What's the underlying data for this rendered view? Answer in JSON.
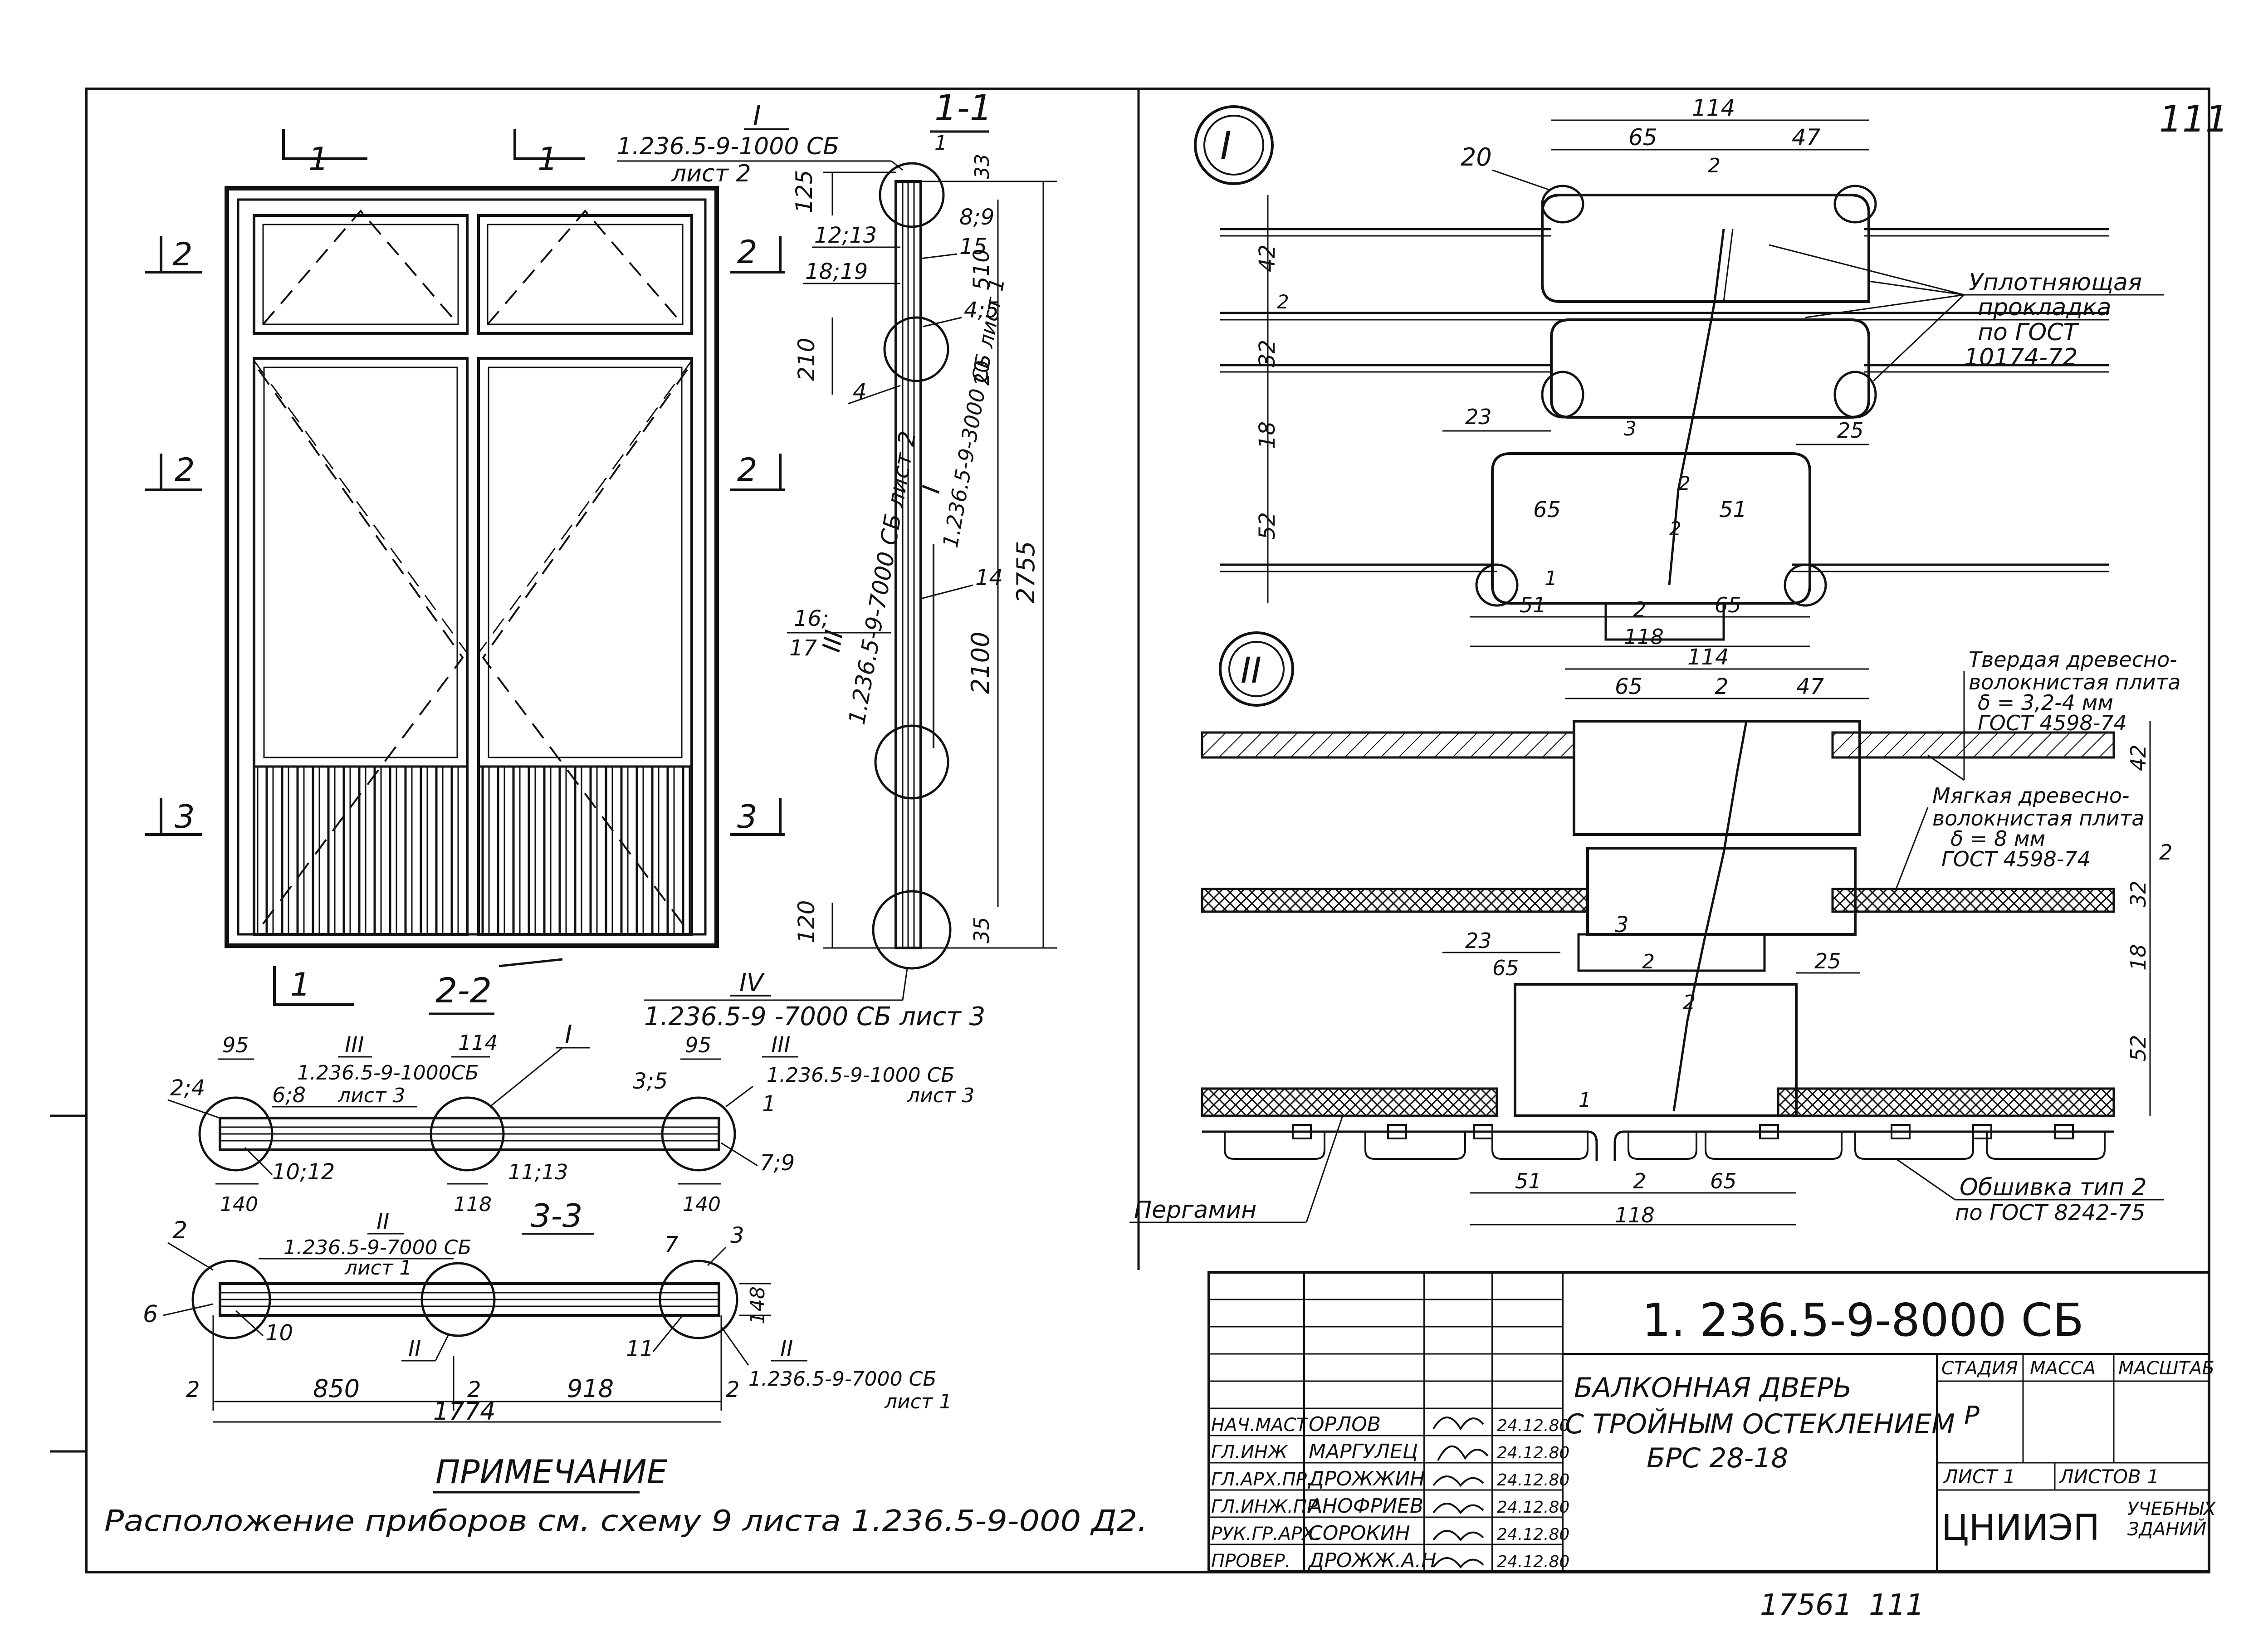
{
  "sheet_number": "111",
  "archive_number": "17561",
  "archive_sheet": "111",
  "elevation": {
    "section_marks": {
      "s1_a": "1",
      "s1_b": "1",
      "s1_bottom": "1",
      "s2_left_top": "2",
      "s2_right_top": "2",
      "s2_left_mid": "2",
      "s2_right_mid": "2",
      "s3_left": "3",
      "s3_right": "3"
    }
  },
  "section_1_1": {
    "title": "1-1",
    "callout_I_label": "I",
    "callout_I_ref": "1.236.5-9-1000 СБ",
    "callout_I_sheet": "лист 2",
    "callout_II_ref": "1.236.5-9-7000 СБ лист 2",
    "callout_I_side_ref": "1.236.5-9-3000 СБ лист 1",
    "callout_III_label": "III",
    "callout_I_side_label": "I",
    "callout_IV_label": "IV",
    "callout_IV_ref": "1.236.5-9 -7000 СБ лист 3",
    "dims": {
      "d125": "125",
      "d33": "33",
      "d510": "510",
      "d210": "210",
      "d20": "20",
      "d2755": "2755",
      "d2100": "2100",
      "d120": "120",
      "d35": "35"
    },
    "pos": {
      "p1": "1",
      "p12_13": "12;13",
      "p18_19": "18;19",
      "p8_9": "8;9",
      "p15": "15",
      "p4_5": "4;5",
      "p4": "4",
      "p14": "14",
      "p16_17_a": "16;",
      "p16_17_b": "17"
    }
  },
  "section_2_2": {
    "title": "2-2",
    "label_I": "I",
    "label_III_left": "III",
    "label_III_right": "III",
    "ref_left": "1.236.5-9-1000СБ",
    "ref_left_sheet": "лист 3",
    "ref_right": "1.236.5-9-1000 СБ",
    "ref_right_sheet": "лист 3",
    "dims": {
      "d95_l": "95",
      "d114": "114",
      "d95_r": "95",
      "d140_l": "140",
      "d118": "118",
      "d140_r": "140"
    },
    "pos": {
      "p2_4": "2;4",
      "p6_8": "6;8",
      "p10_12": "10;12",
      "p11_13": "11;13",
      "p3_5": "3;5",
      "p1": "1",
      "p7_9": "7;9"
    }
  },
  "section_3_3": {
    "title": "3-3",
    "label_II_top": "II",
    "label_II_mid": "II",
    "label_II_right": "II",
    "ref_top": "1.236.5-9-7000 СБ",
    "ref_top_sheet": "лист 1",
    "ref_right": "1.236.5-9-7000 СБ",
    "ref_right_sheet": "лист 1",
    "dims": {
      "d2_l": "2",
      "d850": "850",
      "d2_m": "2",
      "d918": "918",
      "d2_r": "2",
      "d1774": "1774",
      "d148": "148"
    },
    "pos": {
      "p2": "2",
      "p6": "6",
      "p10": "10",
      "p7": "7",
      "p3": "3",
      "p11": "11"
    }
  },
  "note": {
    "title": "ПРИМЕЧАНИЕ",
    "text": "Расположение приборов см. схему 9 листа 1.236.5-9-000 Д2."
  },
  "detail_I": {
    "label": "I",
    "dims": {
      "d114": "114",
      "d65": "65",
      "d47": "47",
      "d2_top": "2",
      "d20": "20",
      "d42": "42",
      "d2_side": "2",
      "d32": "32",
      "d18": "18",
      "d52": "52",
      "d3": "3",
      "d23": "23",
      "d25": "25",
      "d65b": "65",
      "d2_mid": "2",
      "d51_mid": "51",
      "d2_mid2": "2",
      "d1": "1",
      "d51": "51",
      "d2_bot": "2",
      "d65_bot": "65",
      "d118": "118"
    },
    "gasket_line1": "Уплотняющая",
    "gasket_line2": "прокладка",
    "gasket_line3": "по ГОСТ",
    "gasket_line4": "10174-72"
  },
  "detail_II": {
    "label": "II",
    "dims": {
      "d114": "114",
      "d65": "65",
      "d2_top": "2",
      "d47": "47",
      "d42": "42",
      "d2_side": "2",
      "d32": "32",
      "d18": "18",
      "d52": "52",
      "d23": "23",
      "d3": "3",
      "d65_mid": "65",
      "d2_mid": "2",
      "d25": "25",
      "d2_mid2": "2",
      "d1": "1",
      "d51": "51",
      "d2_bot": "2",
      "d65_bot": "65",
      "d118": "118"
    },
    "hard_board_1": "Твердая древесно-",
    "hard_board_2": "волокнистая плита",
    "hard_board_3": "δ = 3,2-4 мм",
    "hard_board_4": "ГОСТ 4598-74",
    "soft_board_1": "Мягкая древесно-",
    "soft_board_2": "волокнистая плита",
    "soft_board_3": "δ = 8 мм",
    "soft_board_4": "ГОСТ 4598-74",
    "pergamin": "Пергамин",
    "cladding_1": "Обшивка тип 2",
    "cladding_2": "по ГОСТ 8242-75"
  },
  "title_block": {
    "doc_code": "1. 236.5-9-8000 СБ",
    "title_line1": "БАЛКОННАЯ ДВЕРЬ",
    "title_line2": "С ТРОЙНЫМ ОСТЕКЛЕНИЕМ",
    "title_line3": "БРС 28-18",
    "col_stage": "СТАДИЯ",
    "col_mass": "МАССА",
    "col_scale": "МАСШТАБ",
    "stage_value": "Р",
    "sheet_label": "ЛИСТ 1",
    "sheets_label": "ЛИСТОВ 1",
    "org_name": "ЦНИИЭП",
    "org_sub1": "УЧЕБНЫХ",
    "org_sub2": "ЗДАНИЙ",
    "signatures": [
      {
        "role": "НАЧ.МАСТ",
        "name": "ОРЛОВ",
        "date": "24.12.80"
      },
      {
        "role": "ГЛ.ИНЖ",
        "name": "МАРГУЛЕЦ",
        "date": "24.12.80"
      },
      {
        "role": "ГЛ.АРХ.ПР.",
        "name": "ДРОЖЖИН",
        "date": "24.12.80"
      },
      {
        "role": "ГЛ.ИНЖ.ПР.",
        "name": "АНОФРИЕВ",
        "date": "24.12.80"
      },
      {
        "role": "РУК.ГР.АРХ.",
        "name": "СОРОКИН",
        "date": "24.12.80"
      },
      {
        "role": "ПРОВЕР.",
        "name": "ДРОЖЖ.А.Н",
        "date": "24.12.80"
      }
    ]
  }
}
